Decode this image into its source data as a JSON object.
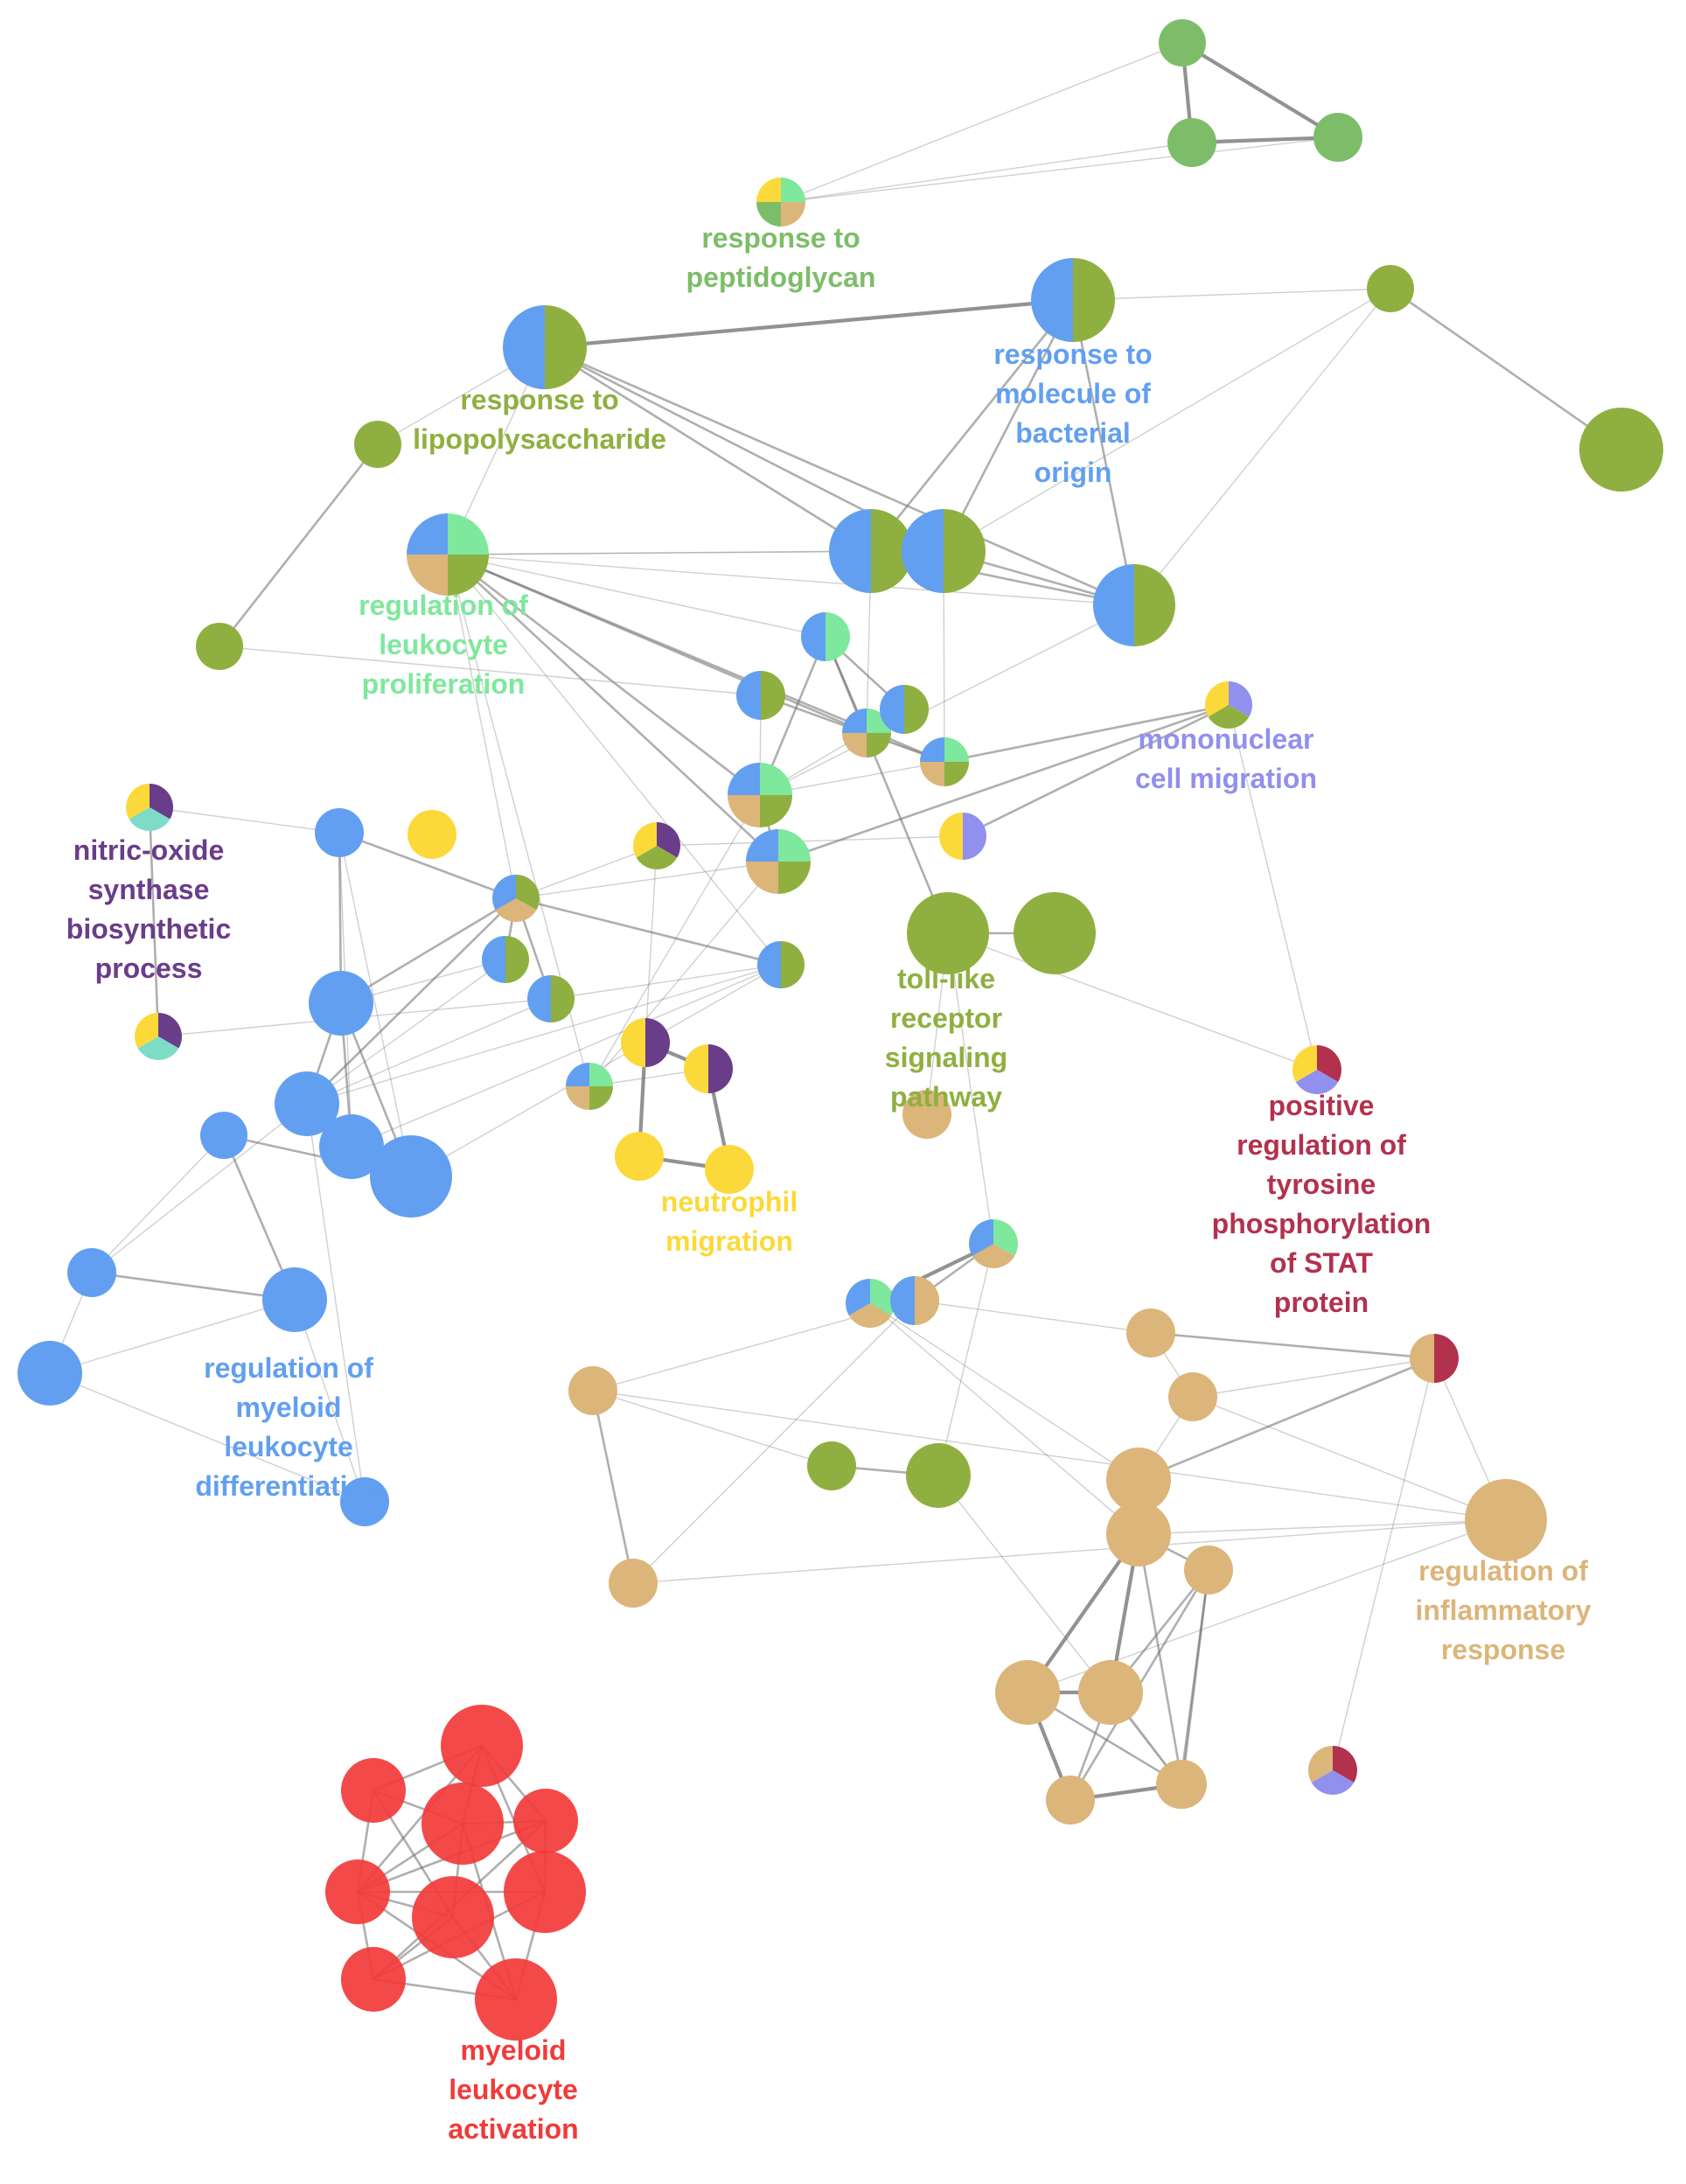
{
  "colors": {
    "blue": "#629ff0",
    "green": "#7dbd69",
    "olive": "#8fb040",
    "lightgreen": "#7ee89d",
    "tan": "#dcb57a",
    "yellow": "#fcd93a",
    "purple": "#6a3d8a",
    "lavender": "#9190ee",
    "teal": "#7ddcc8",
    "crimson": "#b2324e",
    "red": "#f23a3a",
    "edge": "#6e6e6e"
  },
  "labels": [
    {
      "id": "lbl-peptidoglycan",
      "color": "green",
      "lines": [
        "response to",
        "peptidoglycan"
      ]
    },
    {
      "id": "lbl-lps",
      "color": "olive",
      "lines": [
        "response to",
        "lipopolysaccharide"
      ]
    },
    {
      "id": "lbl-bacterial",
      "color": "blue",
      "lines": [
        "response to",
        "molecule of",
        "bacterial",
        "origin"
      ]
    },
    {
      "id": "lbl-leuk-prolif",
      "color": "lightgreen",
      "lines": [
        "regulation of",
        "leukocyte",
        "proliferation"
      ]
    },
    {
      "id": "lbl-mononuclear",
      "color": "lavender",
      "lines": [
        "mononuclear",
        "cell migration"
      ]
    },
    {
      "id": "lbl-nos",
      "color": "purple",
      "lines": [
        "nitric-oxide",
        "synthase",
        "biosynthetic",
        "process"
      ]
    },
    {
      "id": "lbl-tlr",
      "color": "olive",
      "lines": [
        "toll-like",
        "receptor",
        "signaling",
        "pathway"
      ]
    },
    {
      "id": "lbl-stat",
      "color": "crimson",
      "lines": [
        "positive",
        "regulation of",
        "tyrosine",
        "phosphorylation",
        "of STAT",
        "protein"
      ]
    },
    {
      "id": "lbl-neutrophil",
      "color": "yellow",
      "lines": [
        "neutrophil",
        "migration"
      ]
    },
    {
      "id": "lbl-myeloid-diff",
      "color": "blue",
      "lines": [
        "regulation of",
        "myeloid",
        "leukocyte",
        "differentiation"
      ]
    },
    {
      "id": "lbl-inflammatory",
      "color": "tan",
      "lines": [
        "regulation of",
        "inflammatory",
        "response"
      ]
    },
    {
      "id": "lbl-myeloid-act",
      "color": "red",
      "lines": [
        "myeloid",
        "leukocyte",
        "activation"
      ]
    }
  ],
  "nodes": [
    {
      "id": "g1",
      "c": [
        "green"
      ]
    },
    {
      "id": "g2",
      "c": [
        "green"
      ]
    },
    {
      "id": "g3",
      "c": [
        "green"
      ]
    },
    {
      "id": "pep",
      "c": [
        "lightgreen",
        "tan",
        "green",
        "yellow"
      ]
    },
    {
      "id": "lps",
      "c": [
        "olive",
        "blue"
      ]
    },
    {
      "id": "bac",
      "c": [
        "olive",
        "blue"
      ]
    },
    {
      "id": "o1",
      "c": [
        "olive"
      ]
    },
    {
      "id": "o2",
      "c": [
        "olive"
      ]
    },
    {
      "id": "o3",
      "c": [
        "olive"
      ]
    },
    {
      "id": "o4",
      "c": [
        "olive"
      ]
    },
    {
      "id": "rlp",
      "c": [
        "lightgreen",
        "olive",
        "tan",
        "blue"
      ]
    },
    {
      "id": "m1",
      "c": [
        "olive",
        "blue"
      ]
    },
    {
      "id": "m2",
      "c": [
        "olive",
        "blue"
      ]
    },
    {
      "id": "m3",
      "c": [
        "olive",
        "blue"
      ]
    },
    {
      "id": "p1",
      "c": [
        "lightgreen",
        "blue"
      ]
    },
    {
      "id": "p2",
      "c": [
        "olive",
        "blue"
      ]
    },
    {
      "id": "p3",
      "c": [
        "lightgreen",
        "olive",
        "tan",
        "blue"
      ]
    },
    {
      "id": "p4",
      "c": [
        "olive",
        "blue"
      ]
    },
    {
      "id": "p5",
      "c": [
        "lightgreen",
        "olive",
        "tan",
        "blue"
      ]
    },
    {
      "id": "mono",
      "c": [
        "lavender",
        "olive",
        "yellow"
      ]
    },
    {
      "id": "p6",
      "c": [
        "lightgreen",
        "olive",
        "tan",
        "blue"
      ]
    },
    {
      "id": "p7",
      "c": [
        "lightgreen",
        "olive",
        "tan",
        "blue"
      ]
    },
    {
      "id": "p8",
      "c": [
        "lavender",
        "yellow"
      ]
    },
    {
      "id": "nos1",
      "c": [
        "purple",
        "teal",
        "yellow"
      ]
    },
    {
      "id": "nos2",
      "c": [
        "purple",
        "teal",
        "yellow"
      ]
    },
    {
      "id": "y1",
      "c": [
        "yellow"
      ]
    },
    {
      "id": "p9",
      "c": [
        "purple",
        "olive",
        "yellow"
      ]
    },
    {
      "id": "b1",
      "c": [
        "blue"
      ]
    },
    {
      "id": "b2",
      "c": [
        "olive",
        "tan",
        "blue"
      ]
    },
    {
      "id": "b3",
      "c": [
        "olive",
        "blue"
      ]
    },
    {
      "id": "b4",
      "c": [
        "olive",
        "blue"
      ]
    },
    {
      "id": "b5",
      "c": [
        "lightgreen",
        "olive",
        "tan",
        "blue"
      ]
    },
    {
      "id": "b6",
      "c": [
        "blue"
      ]
    },
    {
      "id": "b7",
      "c": [
        "olive",
        "blue"
      ]
    },
    {
      "id": "b8",
      "c": [
        "blue"
      ]
    },
    {
      "id": "b9",
      "c": [
        "blue"
      ]
    },
    {
      "id": "b10",
      "c": [
        "blue"
      ]
    },
    {
      "id": "b11",
      "c": [
        "blue"
      ]
    },
    {
      "id": "b12",
      "c": [
        "blue"
      ]
    },
    {
      "id": "b13",
      "c": [
        "blue"
      ]
    },
    {
      "id": "b14",
      "c": [
        "blue"
      ]
    },
    {
      "id": "b15",
      "c": [
        "blue"
      ]
    },
    {
      "id": "y2",
      "c": [
        "purple",
        "yellow"
      ]
    },
    {
      "id": "y3",
      "c": [
        "purple",
        "yellow"
      ]
    },
    {
      "id": "y4",
      "c": [
        "yellow"
      ]
    },
    {
      "id": "y5",
      "c": [
        "yellow"
      ]
    },
    {
      "id": "tlr1",
      "c": [
        "olive"
      ]
    },
    {
      "id": "tlr2",
      "c": [
        "olive"
      ]
    },
    {
      "id": "stat1",
      "c": [
        "crimson",
        "lavender",
        "yellow"
      ]
    },
    {
      "id": "t1",
      "c": [
        "tan"
      ]
    },
    {
      "id": "q1",
      "c": [
        "lightgreen",
        "tan",
        "blue"
      ]
    },
    {
      "id": "q2",
      "c": [
        "lightgreen",
        "tan",
        "blue"
      ]
    },
    {
      "id": "q3",
      "c": [
        "tan",
        "blue"
      ]
    },
    {
      "id": "t2",
      "c": [
        "tan"
      ]
    },
    {
      "id": "t3",
      "c": [
        "tan"
      ]
    },
    {
      "id": "stat2",
      "c": [
        "crimson",
        "tan"
      ]
    },
    {
      "id": "t4",
      "c": [
        "tan"
      ]
    },
    {
      "id": "o5",
      "c": [
        "olive"
      ]
    },
    {
      "id": "o6",
      "c": [
        "olive"
      ]
    },
    {
      "id": "t5",
      "c": [
        "tan"
      ]
    },
    {
      "id": "t6",
      "c": [
        "tan"
      ]
    },
    {
      "id": "t7",
      "c": [
        "tan"
      ]
    },
    {
      "id": "t8",
      "c": [
        "tan"
      ]
    },
    {
      "id": "t9",
      "c": [
        "tan"
      ]
    },
    {
      "id": "t10",
      "c": [
        "tan"
      ]
    },
    {
      "id": "t11",
      "c": [
        "tan"
      ]
    },
    {
      "id": "t12",
      "c": [
        "tan"
      ]
    },
    {
      "id": "t13",
      "c": [
        "tan"
      ]
    },
    {
      "id": "t14",
      "c": [
        "tan"
      ]
    },
    {
      "id": "stat3",
      "c": [
        "crimson",
        "lavender",
        "tan"
      ]
    },
    {
      "id": "r1",
      "c": [
        "red"
      ]
    },
    {
      "id": "r2",
      "c": [
        "red"
      ]
    },
    {
      "id": "r3",
      "c": [
        "red"
      ]
    },
    {
      "id": "r4",
      "c": [
        "red"
      ]
    },
    {
      "id": "r5",
      "c": [
        "red"
      ]
    },
    {
      "id": "r6",
      "c": [
        "red"
      ]
    },
    {
      "id": "r7",
      "c": [
        "red"
      ]
    },
    {
      "id": "r8",
      "c": [
        "red"
      ]
    },
    {
      "id": "r9",
      "c": [
        "red"
      ]
    }
  ],
  "edges": [
    [
      "g1",
      "g2",
      3
    ],
    [
      "g2",
      "g3",
      3
    ],
    [
      "g1",
      "g3",
      3
    ],
    [
      "pep",
      "g1",
      1
    ],
    [
      "pep",
      "g2",
      1
    ],
    [
      "pep",
      "g3",
      1
    ],
    [
      "lps",
      "bac",
      3
    ],
    [
      "lps",
      "m1",
      2
    ],
    [
      "lps",
      "m2",
      2
    ],
    [
      "lps",
      "m3",
      2
    ],
    [
      "lps",
      "rlp",
      1
    ],
    [
      "lps",
      "o1",
      1
    ],
    [
      "bac",
      "m1",
      2
    ],
    [
      "bac",
      "m2",
      2
    ],
    [
      "bac",
      "m3",
      2
    ],
    [
      "o4",
      "o3",
      2
    ],
    [
      "o2",
      "o1",
      2
    ],
    [
      "o3",
      "m2",
      1
    ],
    [
      "o3",
      "m3",
      1
    ],
    [
      "o3",
      "bac",
      1
    ],
    [
      "rlp",
      "m1",
      1
    ],
    [
      "rlp",
      "m2",
      1
    ],
    [
      "rlp",
      "m3",
      1
    ],
    [
      "rlp",
      "p1",
      1
    ],
    [
      "rlp",
      "p3",
      2
    ],
    [
      "rlp",
      "p5",
      2
    ],
    [
      "rlp",
      "p6",
      2
    ],
    [
      "rlp",
      "p7",
      2
    ],
    [
      "rlp",
      "b2",
      1
    ],
    [
      "rlp",
      "b5",
      1
    ],
    [
      "rlp",
      "b7",
      1
    ],
    [
      "o2",
      "p2",
      1
    ],
    [
      "m1",
      "m2",
      2
    ],
    [
      "m2",
      "m3",
      2
    ],
    [
      "m1",
      "m3",
      2
    ],
    [
      "m1",
      "p3",
      1
    ],
    [
      "m2",
      "p5",
      1
    ],
    [
      "m3",
      "p6",
      1
    ],
    [
      "p1",
      "p3",
      2
    ],
    [
      "p1",
      "p4",
      2
    ],
    [
      "p1",
      "p6",
      2
    ],
    [
      "p1",
      "tlr1",
      2
    ],
    [
      "p2",
      "p5",
      2
    ],
    [
      "p2",
      "p6",
      1
    ],
    [
      "p3",
      "p4",
      2
    ],
    [
      "p3",
      "p5",
      1
    ],
    [
      "p4",
      "p6",
      1
    ],
    [
      "p5",
      "p6",
      1
    ],
    [
      "p6",
      "p7",
      2
    ],
    [
      "p6",
      "b5",
      1
    ],
    [
      "p7",
      "b2",
      1
    ],
    [
      "p7",
      "b5",
      1
    ],
    [
      "mono",
      "p5",
      2
    ],
    [
      "mono",
      "p7",
      2
    ],
    [
      "mono",
      "p8",
      2
    ],
    [
      "mono",
      "stat1",
      1
    ],
    [
      "p8",
      "p9",
      1
    ],
    [
      "p9",
      "b2",
      1
    ],
    [
      "nos1",
      "nos2",
      2
    ],
    [
      "nos1",
      "b1",
      1
    ],
    [
      "nos2",
      "b4",
      1
    ],
    [
      "b1",
      "b2",
      2
    ],
    [
      "b1",
      "b6",
      2
    ],
    [
      "b1",
      "b9",
      1
    ],
    [
      "b1",
      "b10",
      1
    ],
    [
      "b2",
      "b3",
      2
    ],
    [
      "b2",
      "b4",
      2
    ],
    [
      "b2",
      "b6",
      2
    ],
    [
      "b2",
      "b7",
      2
    ],
    [
      "b2",
      "b8",
      2
    ],
    [
      "b3",
      "b6",
      1
    ],
    [
      "b3",
      "b8",
      1
    ],
    [
      "b4",
      "b7",
      1
    ],
    [
      "b4",
      "b8",
      1
    ],
    [
      "b6",
      "b8",
      2
    ],
    [
      "b6",
      "b9",
      2
    ],
    [
      "b6",
      "b10",
      2
    ],
    [
      "b7",
      "b8",
      1
    ],
    [
      "b7",
      "b9",
      1
    ],
    [
      "b7",
      "b10",
      1
    ],
    [
      "b8",
      "b9",
      2
    ],
    [
      "b8",
      "b10",
      2
    ],
    [
      "b9",
      "b10",
      2
    ],
    [
      "b10",
      "b11",
      2
    ],
    [
      "b11",
      "b12",
      2
    ],
    [
      "b11",
      "b13",
      1
    ],
    [
      "b13",
      "b12",
      2
    ],
    [
      "b14",
      "b13",
      1
    ],
    [
      "b14",
      "b12",
      1
    ],
    [
      "b14",
      "b15",
      1
    ],
    [
      "b8",
      "b15",
      1
    ],
    [
      "b8",
      "b13",
      1
    ],
    [
      "b12",
      "b15",
      1
    ],
    [
      "y2",
      "y3",
      3
    ],
    [
      "y2",
      "y4",
      3
    ],
    [
      "y3",
      "y5",
      3
    ],
    [
      "y4",
      "y5",
      3
    ],
    [
      "y2",
      "p9",
      1
    ],
    [
      "y3",
      "b5",
      1
    ],
    [
      "tlr1",
      "tlr2",
      2
    ],
    [
      "tlr1",
      "stat1",
      1
    ],
    [
      "tlr1",
      "t1",
      1
    ],
    [
      "tlr1",
      "q1",
      1
    ],
    [
      "q1",
      "q2",
      3
    ],
    [
      "q1",
      "q3",
      2
    ],
    [
      "q2",
      "q3",
      2
    ],
    [
      "q3",
      "t2",
      1
    ],
    [
      "q3",
      "t4",
      1
    ],
    [
      "q3",
      "t5",
      1
    ],
    [
      "q2",
      "t6",
      1
    ],
    [
      "q2",
      "t7",
      1
    ],
    [
      "t2",
      "t3",
      1
    ],
    [
      "t2",
      "stat2",
      2
    ],
    [
      "t3",
      "stat2",
      1
    ],
    [
      "t6",
      "stat2",
      2
    ],
    [
      "t6",
      "t7",
      2
    ],
    [
      "t6",
      "t3",
      1
    ],
    [
      "t7",
      "t8",
      2
    ],
    [
      "t4",
      "t5",
      2
    ],
    [
      "t4",
      "t11",
      1
    ],
    [
      "t5",
      "t11",
      1
    ],
    [
      "o5",
      "o6",
      2
    ],
    [
      "t4",
      "o5",
      1
    ],
    [
      "q1",
      "o6",
      1
    ],
    [
      "o6",
      "t13",
      1
    ],
    [
      "t9",
      "t10",
      3
    ],
    [
      "t9",
      "t12",
      3
    ],
    [
      "t9",
      "t13",
      2
    ],
    [
      "t9",
      "t7",
      3
    ],
    [
      "t10",
      "t7",
      3
    ],
    [
      "t10",
      "t8",
      2
    ],
    [
      "t10",
      "t12",
      2
    ],
    [
      "t10",
      "t13",
      2
    ],
    [
      "t12",
      "t14",
      3
    ],
    [
      "t13",
      "t14",
      2
    ],
    [
      "t13",
      "t8",
      2
    ],
    [
      "t14",
      "t7",
      2
    ],
    [
      "t14",
      "t8",
      2
    ],
    [
      "t12",
      "t8",
      2
    ],
    [
      "t11",
      "t9",
      1
    ],
    [
      "t7",
      "t11",
      1
    ],
    [
      "stat2",
      "stat3",
      1
    ],
    [
      "stat2",
      "t11",
      1
    ],
    [
      "t3",
      "t11",
      1
    ],
    [
      "r1",
      "r2",
      2
    ],
    [
      "r1",
      "r3",
      2
    ],
    [
      "r1",
      "r4",
      2
    ],
    [
      "r1",
      "r5",
      2
    ],
    [
      "r1",
      "r6",
      2
    ],
    [
      "r2",
      "r4",
      2
    ],
    [
      "r2",
      "r5",
      2
    ],
    [
      "r2",
      "r7",
      2
    ],
    [
      "r3",
      "r4",
      2
    ],
    [
      "r3",
      "r5",
      2
    ],
    [
      "r3",
      "r6",
      2
    ],
    [
      "r3",
      "r8",
      2
    ],
    [
      "r4",
      "r5",
      2
    ],
    [
      "r4",
      "r7",
      2
    ],
    [
      "r4",
      "r9",
      2
    ],
    [
      "r5",
      "r6",
      2
    ],
    [
      "r5",
      "r7",
      2
    ],
    [
      "r5",
      "r8",
      2
    ],
    [
      "r5",
      "r9",
      2
    ],
    [
      "r6",
      "r8",
      2
    ],
    [
      "r7",
      "r9",
      2
    ],
    [
      "r8",
      "r9",
      2
    ],
    [
      "r6",
      "r9",
      2
    ],
    [
      "r7",
      "r8",
      2
    ]
  ]
}
